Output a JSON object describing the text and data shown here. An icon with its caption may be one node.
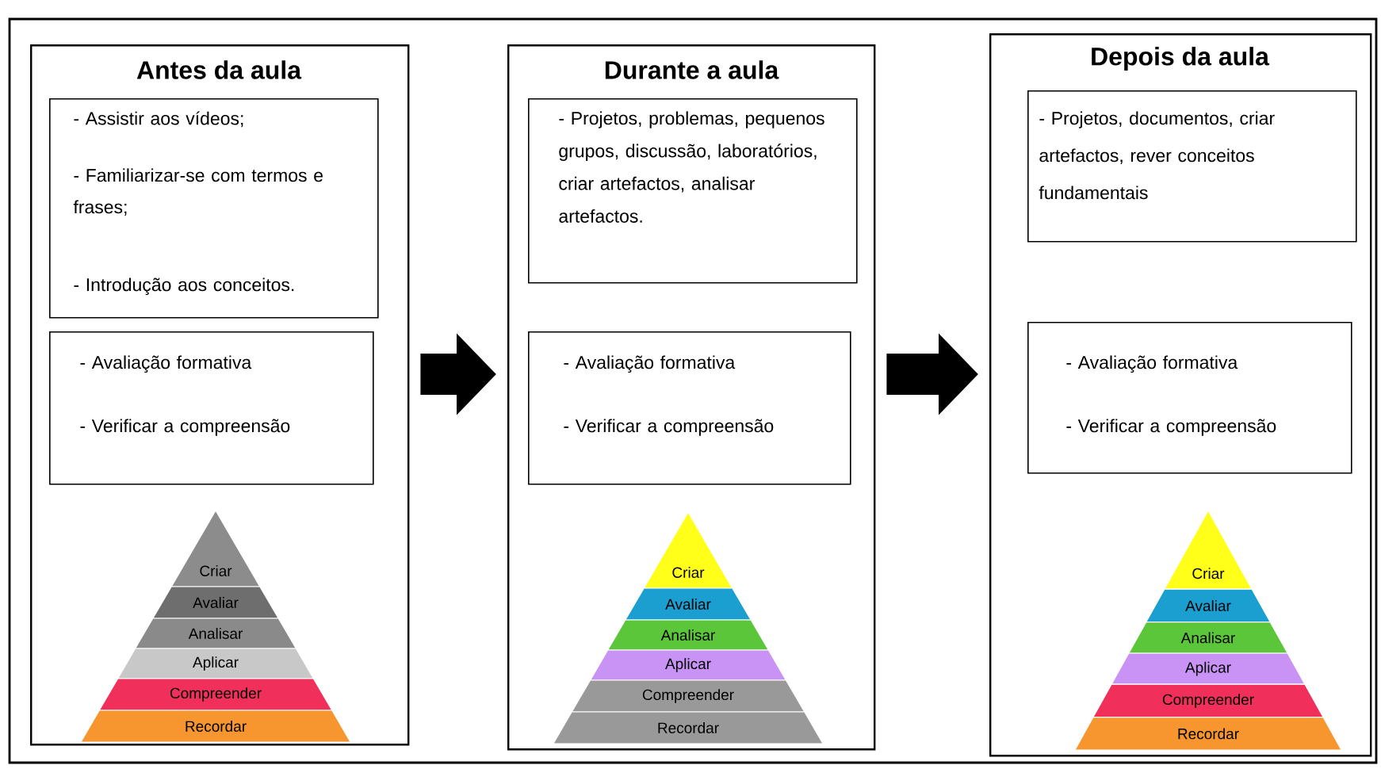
{
  "diagram": {
    "nodes": [
      {
        "text": [
          "Antes da aula"
        ]
      },
      {
        "text": [
          "- Assistir aos vídeos;",
          "- Familiarizar-se com termos e frases;",
          "- Introdução aos conceitos."
        ],
        "in": 0
      },
      {
        "text": [
          "- Avaliação formativa",
          "- Verificar a compreensão"
        ],
        "in": 0
      },
      {
        "text": [
          "Criar"
        ],
        "in": 0
      },
      {
        "text": [
          "Avaliar"
        ],
        "in": 0
      },
      {
        "text": [
          "Analisar"
        ],
        "in": 0
      },
      {
        "text": [
          "Aplicar"
        ],
        "in": 0
      },
      {
        "text": [
          "Compreender"
        ],
        "in": 0
      },
      {
        "text": [
          "Recordar"
        ],
        "in": 0
      },
      {
        "text": [
          "Durante a aula"
        ]
      },
      {
        "text": [
          "- Projetos, problemas, pequenos grupos, discussão, laboratórios, criar artefactos, analisar artefactos."
        ],
        "in": 9
      },
      {
        "text": [
          "- Avaliação formativa",
          "- Verificar a compreensão"
        ],
        "in": 9
      },
      {
        "text": [
          "Criar"
        ],
        "in": 9
      },
      {
        "text": [
          "Avaliar"
        ],
        "in": 9
      },
      {
        "text": [
          "Analisar"
        ],
        "in": 9
      },
      {
        "text": [
          "Aplicar"
        ],
        "in": 9
      },
      {
        "text": [
          "Compreender"
        ],
        "in": 9
      },
      {
        "text": [
          "Recordar"
        ],
        "in": 9
      },
      {
        "text": [
          "Depois da aula"
        ]
      },
      {
        "text": [
          "- Projetos, documentos, criar artefactos, rever conceitos fundamentais"
        ],
        "in": 18
      },
      {
        "text": [
          "- Avaliação formativa",
          "- Verificar a compreensão"
        ],
        "in": 18
      },
      {
        "text": [
          "Criar"
        ],
        "in": 18
      },
      {
        "text": [
          "Avaliar"
        ],
        "in": 18
      },
      {
        "text": [
          "Analisar"
        ],
        "in": 18
      },
      {
        "text": [
          "Aplicar"
        ],
        "in": 18
      },
      {
        "text": [
          "Compreender"
        ],
        "in": 18
      },
      {
        "text": [
          "Recordar"
        ],
        "in": 18
      }
    ],
    "edges": [
      {
        "from": 0,
        "to": 9,
        "arrow": "to"
      },
      {
        "from": 9,
        "to": 18,
        "arrow": "to"
      }
    ]
  }
}
